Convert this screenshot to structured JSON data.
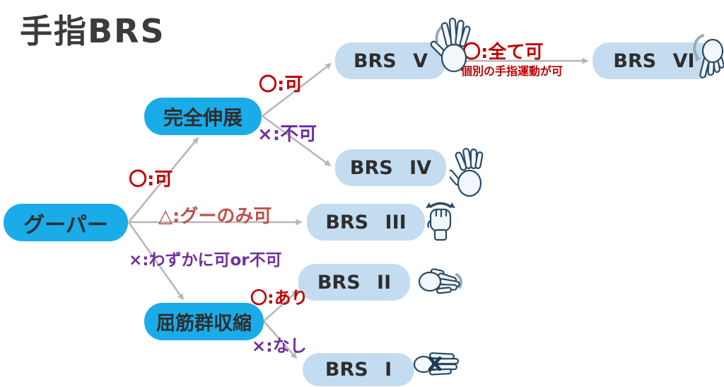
{
  "title": "手指BRS",
  "colors": {
    "node_blue": "#1aabe9",
    "stage_blue": "#c4dcf0",
    "node_text": "#2e2e2e",
    "title_color": "#3b3b3b",
    "red": "#c00000",
    "salmon": "#c0504d",
    "purple": "#7030a0",
    "line_gray": "#b7b7b7",
    "icon_stroke": "#2c4a63",
    "icon_fill": "#f2f7fb"
  },
  "nodes": {
    "goo_paa": {
      "label": "グーパー"
    },
    "full_extension": {
      "label": "完全伸展"
    },
    "flexor_contraction": {
      "label": "屈筋群収縮"
    },
    "brs5": {
      "label": "BRS V",
      "icon": "open-hand-icon"
    },
    "brs6": {
      "label": "BRS VI",
      "icon": "individual-finger-movement-icon"
    },
    "brs4": {
      "label": "BRS IV",
      "icon": "half-open-hand-icon"
    },
    "brs3": {
      "label": "BRS III",
      "icon": "fist-grip-icon"
    },
    "brs2": {
      "label": "BRS II",
      "icon": "slight-flexion-hand-icon"
    },
    "brs1": {
      "label": "BRS I",
      "icon": "no-movement-hand-icon"
    }
  },
  "edge_labels": {
    "goo_to_full_extension": "〇:可",
    "full_extension_to_brs5": "〇:可",
    "full_extension_to_brs4": "×:不可",
    "brs5_to_brs6": "〇:全て可",
    "brs5_to_brs6_sub": "個別の手指運動が可",
    "goo_to_brs3": "△:グーのみ可",
    "goo_to_flexor_contraction": "×:わずかに可or不可",
    "flexor_to_brs2": "〇:あり",
    "flexor_to_brs1": "×:なし"
  }
}
